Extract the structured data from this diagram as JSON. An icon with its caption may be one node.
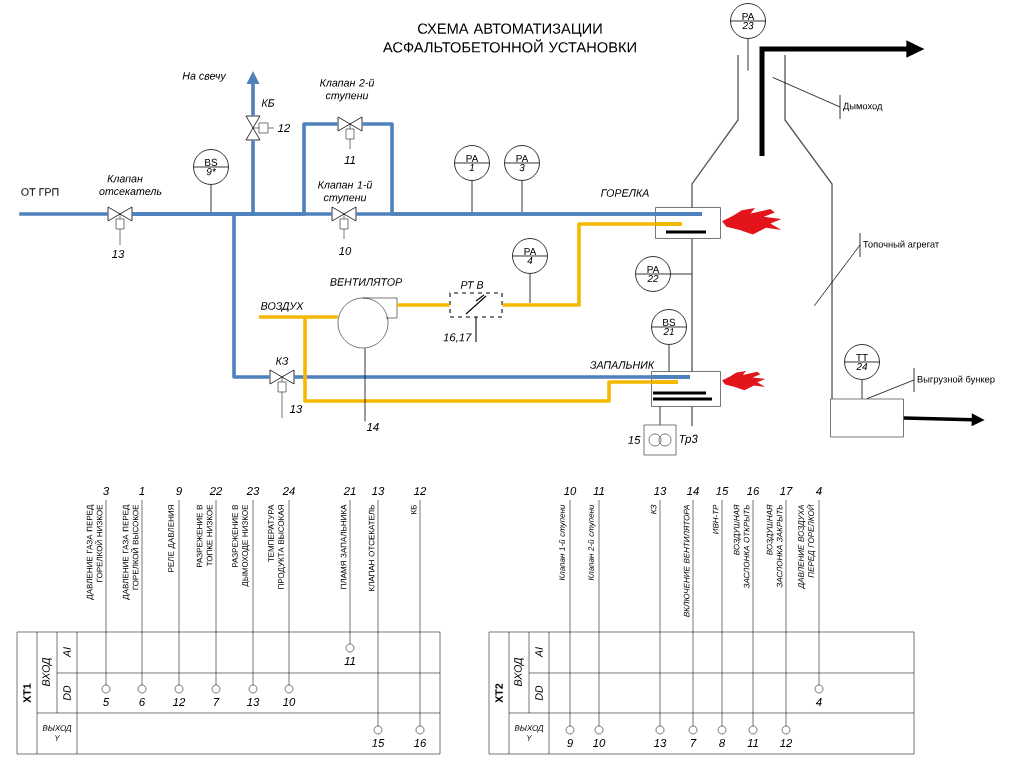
{
  "diagram": {
    "title": "СХЕМА АВТОМАТИЗАЦИИ АСФАЛЬТОБЕТОННОЙ УСТАНОВКИ",
    "nodes": [
      {
        "text": [
          "Клапан отсекатель"
        ],
        "beside": [
          "13"
        ]
      },
      {
        "text": [
          "BS",
          "9*"
        ]
      },
      {
        "text": [
          "КБ"
        ],
        "beside": [
          "12"
        ]
      },
      {
        "text": [
          "Клапан 2-й ступени"
        ],
        "beside": [
          "11"
        ]
      },
      {
        "text": [
          "Клапан 1-й ступени"
        ],
        "beside": [
          "10"
        ]
      },
      {
        "text": [
          "PA",
          "1"
        ]
      },
      {
        "text": [
          "PA",
          "3"
        ]
      },
      {
        "text": [
          "PA",
          "23"
        ]
      },
      {
        "text": [
          "Дымоход"
        ]
      },
      {
        "text": [
          "ГОРЕЛКА"
        ]
      },
      {
        "text": [
          "PA",
          "4"
        ]
      },
      {
        "text": [
          "ВЕНТИЛЯТОР"
        ]
      },
      {
        "text": [
          "РТ В"
        ],
        "beside": [
          "16,17"
        ]
      },
      {
        "text": [
          "PA",
          "22"
        ]
      },
      {
        "text": [
          "Топочный агрегат"
        ]
      },
      {
        "text": [
          "BS",
          "21"
        ]
      },
      {
        "text": [
          "ЗАПАЛЬНИК"
        ]
      },
      {
        "text": [
          "КЗ"
        ],
        "beside": [
          "13"
        ]
      },
      {
        "text": [
          "TT",
          "24"
        ]
      },
      {
        "text": [
          "Выгрузной бункер"
        ]
      },
      {
        "text": [],
        "shape": "box"
      },
      {
        "text": [],
        "shape": "box",
        "beside": [
          "15",
          "Тр3"
        ]
      },
      {
        "text": [],
        "shape": "picture"
      },
      {
        "text": [
          "ВОЗДУХ"
        ]
      },
      {
        "text": [
          "На свечу"
        ]
      },
      {
        "text": [
          "ОТ ГРП"
        ]
      },
      {
        "text": [
          "14"
        ]
      }
    ],
    "edges": [
      {
        "from": 1,
        "to": null,
        "arrow": "none"
      },
      {
        "from": 5,
        "to": null,
        "arrow": "none"
      },
      {
        "from": 6,
        "to": null,
        "arrow": "none"
      },
      {
        "from": 7,
        "to": 22,
        "arrow": "none"
      },
      {
        "from": 8,
        "to": 22,
        "arrow": "none"
      },
      {
        "from": 10,
        "to": null,
        "arrow": "none"
      },
      {
        "from": 13,
        "to": 22,
        "arrow": "none"
      },
      {
        "from": 14,
        "to": 22,
        "arrow": "none"
      },
      {
        "from": 15,
        "to": 16,
        "arrow": "none"
      },
      {
        "from": 18,
        "to": 20,
        "arrow": "none"
      },
      {
        "from": 19,
        "to": 20,
        "arrow": "none"
      },
      {
        "from": 21,
        "to": 16,
        "arrow": "none"
      },
      {
        "from": 20,
        "to": null,
        "arrow": "to"
      },
      {
        "from": 25,
        "to": 0,
        "arrow": "none",
        "color": "#4f81bd"
      },
      {
        "from": 0,
        "to": 4,
        "arrow": "none",
        "color": "#4f81bd"
      },
      {
        "from": 0,
        "to": 3,
        "arrow": "none",
        "color": "#4f81bd"
      },
      {
        "from": 4,
        "to": 9,
        "arrow": "none",
        "color": "#4f81bd"
      },
      {
        "from": 3,
        "to": 9,
        "arrow": "none",
        "color": "#4f81bd"
      },
      {
        "from": 0,
        "to": 2,
        "arrow": "none",
        "color": "#4f81bd"
      },
      {
        "from": 2,
        "to": 24,
        "arrow": "to",
        "color": "#4f81bd"
      },
      {
        "from": 0,
        "to": 17,
        "arrow": "none",
        "color": "#4f81bd"
      },
      {
        "from": 17,
        "to": 16,
        "arrow": "none",
        "color": "#4f81bd"
      },
      {
        "from": 23,
        "to": 11,
        "arrow": "none",
        "color": "#f5b800"
      },
      {
        "from": 23,
        "to": 16,
        "arrow": "none",
        "color": "#f5b800"
      },
      {
        "from": 11,
        "to": 12,
        "arrow": "none",
        "color": "#f5b800"
      },
      {
        "from": 12,
        "to": 9,
        "arrow": "none",
        "color": "#f5b800"
      },
      {
        "from": 26,
        "to": 11,
        "arrow": "none"
      }
    ],
    "labels": [
      "3",
      "ДАВЛЕНИЕ ГАЗА ПЕРЕД ГОРЕЛКОЙ НИЗКОЕ",
      "1",
      "ДАВЛЕНИЕ ГАЗА ПЕРЕД ГОРЕЛКОЙ ВЫСОКОЕ",
      "9",
      "РЕЛЕ ДАВЛЕНИЯ",
      "22",
      "РАЗРЕЖЕНИЕ В ТОПКЕ НИЗКОЕ",
      "23",
      "РАЗРЕЖЕНИЕ В ДЫМОХОДЕ НИЗКОЕ",
      "24",
      "ТЕМПЕРАТУРА ПРОДУКТА ВЫСОКАЯ",
      "21",
      "ПЛАМЯ ЗАПАЛЬНИКА",
      "13",
      "КЛАПАН ОТСЕКАТЕЛЬ",
      "12",
      "КБ",
      "XT1",
      "ВХОД",
      "AI",
      "DD",
      "ВЫХОД Y",
      "5",
      "6",
      "12",
      "7",
      "13",
      "10",
      "11",
      "15",
      "16",
      "10",
      "Клапан 1-й ступени",
      "11",
      "Клапан 2-й ступени",
      "13",
      "КЗ",
      "14",
      "ВКЛЮЧЕНИЕ ВЕНТИЛЯТОРА",
      "15",
      "ИВН-ТР",
      "16",
      "ВОЗДУШНАЯ ЗАСЛОНКА ОТКРЫТЬ",
      "17",
      "ВОЗДУШНАЯ ЗАСЛОНКА ЗАКРЫТЬ",
      "4",
      "ДАВЛЕНИЕ ВОЗДУХА ПЕРЕД ГОРЕЛКОЙ",
      "XT2",
      "ВХОД",
      "AI",
      "DD",
      "ВЫХОД Y",
      "9",
      "10",
      "13",
      "7",
      "8",
      "11",
      "12",
      "4"
    ]
  }
}
